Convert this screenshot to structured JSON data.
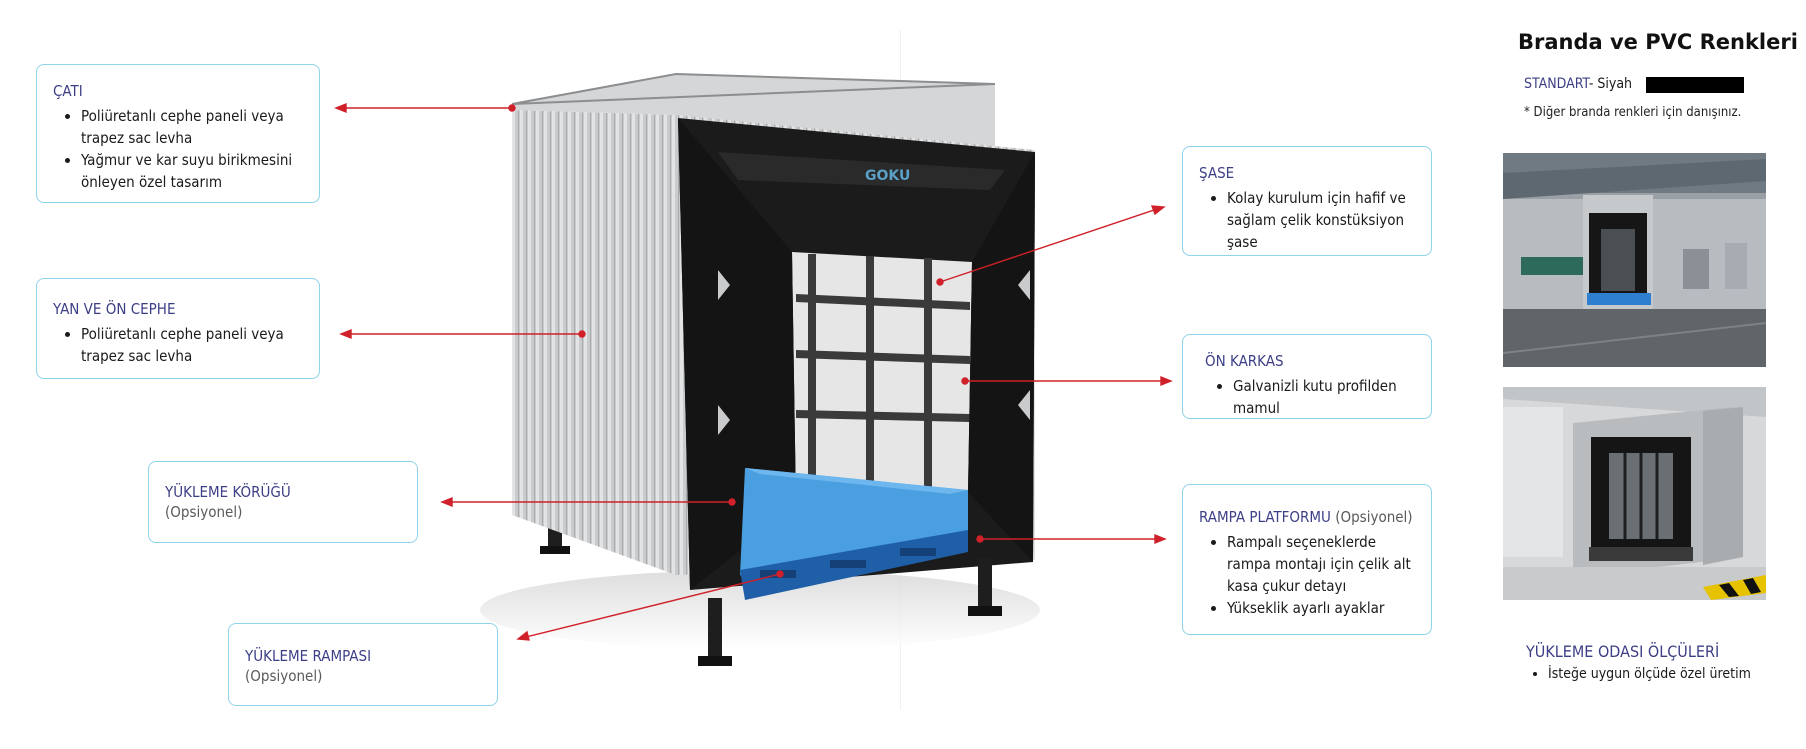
{
  "callouts": {
    "cati": {
      "title": "ÇATI",
      "items": [
        "Poliüretanlı cephe paneli veya trapez sac levha",
        "Yağmur ve kar suyu birikmesini önleyen özel tasarım"
      ]
    },
    "yan_on_cephe": {
      "title": "YAN VE ÖN CEPHE",
      "items": [
        "Poliüretanlı cephe paneli veya trapez sac levha"
      ]
    },
    "yukleme_korugu": {
      "title": "YÜKLEME KÖRÜĞÜ",
      "optional": "(Opsiyonel)"
    },
    "yukleme_rampasi": {
      "title": "YÜKLEME RAMPASI",
      "optional": "(Opsiyonel)"
    },
    "sase": {
      "title": "ŞASE",
      "items": [
        "Kolay kurulum için hafif ve sağlam çelik konstüksiyon şase"
      ]
    },
    "on_karkas": {
      "title": "ÖN KARKAS",
      "items": [
        "Galvanizli kutu profilden mamul"
      ]
    },
    "rampa_platformu": {
      "title": "RAMPA PLATFORMU",
      "optional": "(Opsiyonel)",
      "items": [
        "Rampalı seçeneklerde rampa montajı için çelik alt kasa çukur detayı",
        "Yükseklik ayarlı ayaklar"
      ]
    }
  },
  "product": {
    "brand_logo": "GOKU"
  },
  "sidebar": {
    "title": "Branda ve PVC Renkleri",
    "standard_label": "STANDART",
    "standard_value": "- Siyah",
    "swatch_color": "#000000",
    "note": "* Diğer branda renkleri için danışınız.",
    "dimensions_title": "YÜKLEME ODASI ÖLÇÜLERİ",
    "dimensions_items": [
      "İsteğe uygun ölçüde özel üretim"
    ]
  },
  "colors": {
    "accent": "#3c3f86",
    "border": "#8fd3ea",
    "arrow": "#d0202a",
    "platform": "#4a9fe0"
  }
}
